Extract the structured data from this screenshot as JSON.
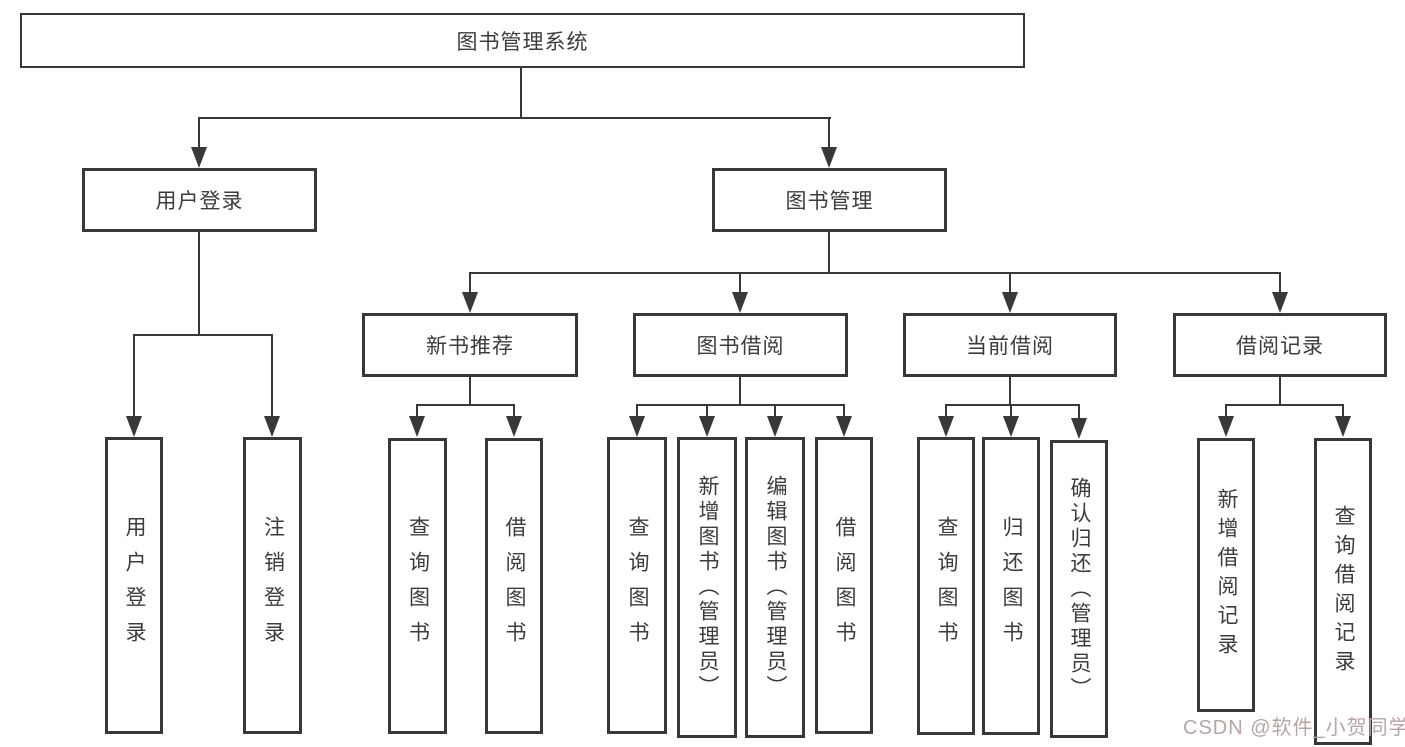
{
  "diagram_title": "图书管理系统",
  "tree": {
    "label": "图书管理系统",
    "children": [
      {
        "label": "用户登录",
        "children": [
          {
            "label": "用户登录"
          },
          {
            "label": "注销登录"
          }
        ]
      },
      {
        "label": "图书管理",
        "children": [
          {
            "label": "新书推荐",
            "children": [
              {
                "label": "查询图书"
              },
              {
                "label": "借阅图书"
              }
            ]
          },
          {
            "label": "图书借阅",
            "children": [
              {
                "label": "查询图书"
              },
              {
                "label": "新增图书（管理员）"
              },
              {
                "label": "编辑图书（管理员）"
              },
              {
                "label": "借阅图书"
              }
            ]
          },
          {
            "label": "当前借阅",
            "children": [
              {
                "label": "查询图书"
              },
              {
                "label": "归还图书"
              },
              {
                "label": "确认归还（管理员）"
              }
            ]
          },
          {
            "label": "借阅记录",
            "children": [
              {
                "label": "新增借阅记录"
              },
              {
                "label": "查询借阅记录"
              }
            ]
          }
        ]
      }
    ]
  },
  "watermark": {
    "text": "CSDN @软件_小贺同学"
  },
  "colors": {
    "background": "#ffffff",
    "box_border": "#383838",
    "connector_line": "#383838",
    "text": "#3c3c3c",
    "watermark": "#b9a4a4"
  }
}
